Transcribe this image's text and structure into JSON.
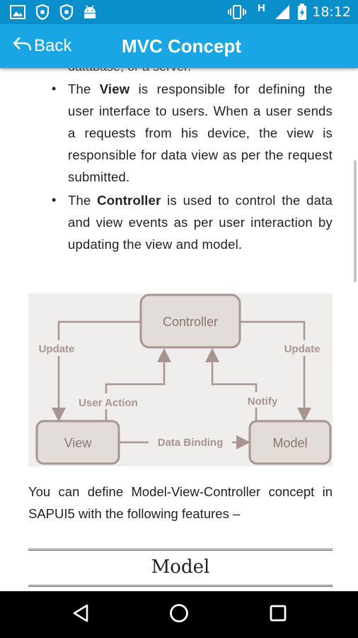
{
  "status_bar": {
    "time": "18:12",
    "network_label": "H",
    "icons": [
      "image-icon",
      "shield-icon",
      "shield-icon",
      "android-icon",
      "vibrate-icon",
      "signal-icon",
      "battery-charging-icon"
    ]
  },
  "app_bar": {
    "back_label": "Back",
    "title": "MVC Concept"
  },
  "content": {
    "cut_text": "database, or a server.",
    "bullets": [
      {
        "prefix": "The ",
        "bold": "View",
        "text": " is responsible for defining the user interface to users. When a user sends a requests from his device, the view is responsible for data view as per the request submitted."
      },
      {
        "prefix": "The ",
        "bold": "Controller",
        "text": " is used to control the data and view events as per user interaction by updating the view and model."
      }
    ],
    "diagram": {
      "nodes": {
        "controller": "Controller",
        "view": "View",
        "model": "Model"
      },
      "labels": {
        "update_left": "Update",
        "update_right": "Update",
        "user_action": "User Action",
        "notify": "Notify",
        "data_binding": "Data Binding"
      }
    },
    "paragraph": "You can define Model-View-Controller concept in SAPUI5 with the following features –",
    "section_heading": "Model"
  },
  "colors": {
    "status_bar": "#0b8fcb",
    "app_bar": "#1aa6e4",
    "diagram_bg": "#f0eeec",
    "diagram_line": "#a89490"
  },
  "nav_bar": {
    "buttons": [
      "back-triangle-icon",
      "home-circle-icon",
      "recents-square-icon"
    ]
  }
}
